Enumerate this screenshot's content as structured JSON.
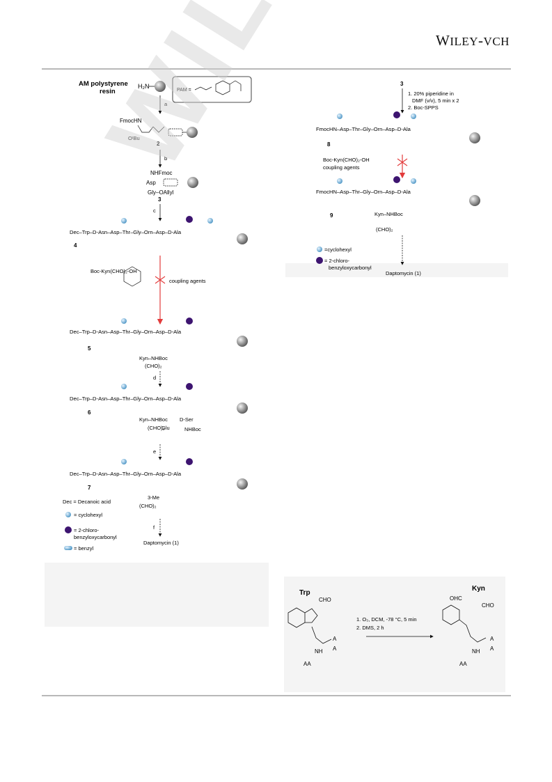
{
  "header": {
    "logo_main": "W",
    "logo_rest": "ILEY",
    "logo_dash": "-",
    "logo_vch": "VCH"
  },
  "watermark": "WILEY-VCH",
  "scheme_left": {
    "resin_label_1": "AM polystyrene",
    "resin_label_2": "resin",
    "h2n": "H₂N",
    "pam_def": "PAM =",
    "steps": {
      "a": "a",
      "b": "b",
      "c": "c",
      "d": "d",
      "e": "e",
      "f": "f"
    },
    "cmp2": {
      "fmochn": "FmocHN",
      "otbu": "OᵗBu",
      "num": "2"
    },
    "cmp3": {
      "nhfmoc": "NHFmoc",
      "asp": "Asp",
      "gly": "Gly–OAllyl",
      "num": "3"
    },
    "peptide_row": "Dec–Trp–D-Asn–Asp–Thr–Gly–Orn–Asp–D-Ala",
    "cmp4_num": "4",
    "kyn_reagent": "Boc-Kyn(CHO)₂-OH",
    "coupling": "coupling agents",
    "cmp5_num": "5",
    "cmp6_num": "6",
    "cmp7_num": "7",
    "kyn_nhboc": "Kyn–NHBoc",
    "cho2": "(CHO)₂",
    "methyl_glu": "3-Me",
    "glu": "Glu",
    "dser": "D-Ser",
    "nhboc": "NHBoc",
    "legend": {
      "dec": "Dec = Decanoic acid",
      "cyclohexyl": "= cyclohexyl",
      "chloro1": "= 2-chloro-",
      "chloro2": "benzyloxycarbonyl",
      "benzyl": "= benzyl"
    },
    "product": "Daptomycin (1)"
  },
  "scheme_right": {
    "start_num": "3",
    "cond1": "1. 20% piperidine in",
    "cond2": "DMF (v/v), 5 min x 2",
    "cond3": "2. Boc-SPPS",
    "row8": "FmocHN–Asp–Thr–Gly–Orn–Asp–D-Ala",
    "cmp8_num": "8",
    "reagent": "Boc-Kyn(CHO)₂-OH",
    "coupling": "coupling agents",
    "cmp9_num": "9",
    "legend": {
      "cyclohexyl": "=cyclohexyl",
      "chloro1": "= 2-chloro-",
      "chloro2": "benzyloxycarbonyl"
    },
    "product": "Daptomycin (1)"
  },
  "ozonolysis": {
    "trp": "Trp",
    "kyn": "Kyn",
    "cond1": "1. O₃, DCM, -78 °C, 5 min",
    "cond2": "2. DMS, 2 h",
    "cho": "CHO",
    "ohc": "OHC",
    "nh": "NH",
    "aa": "AA",
    "a": "A"
  },
  "colors": {
    "cyclohexyl": "#8ec6ea",
    "cbz": "#3d1470",
    "resin": "#777777",
    "red_arrow": "#e23b3b",
    "rule": "#b8b8b8"
  }
}
